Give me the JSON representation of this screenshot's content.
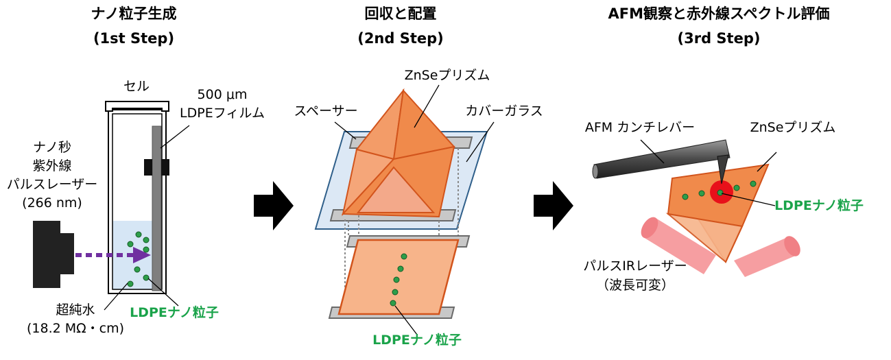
{
  "steps": [
    {
      "title": "ナノ粒子生成",
      "subtitle": "(1st Step)"
    },
    {
      "title": "回収と配置",
      "subtitle": "(2nd Step)"
    },
    {
      "title": "AFM観察と赤外線スペクトル評価",
      "subtitle": "(3rd Step)"
    }
  ],
  "step1": {
    "cell": "セル",
    "film_line1": "500 μm",
    "film_line2": "LDPEフィルム",
    "laser_line1": "ナノ秒",
    "laser_line2": "紫外線",
    "laser_line3": "パルスレーザー",
    "laser_line4": "(266 nm)",
    "water_line1": "超純水",
    "water_line2": "(18.2 MΩ・cm)",
    "particles": "LDPEナノ粒子"
  },
  "step2": {
    "prism": "ZnSeプリズム",
    "spacer": "スペーサー",
    "cover": "カバーガラス",
    "particles": "LDPEナノ粒子"
  },
  "step3": {
    "afm": "AFM カンチレバー",
    "prism": "ZnSeプリズム",
    "particles": "LDPEナノ粒子",
    "ir_line1": "パルスIRレーザー",
    "ir_line2": "（波長可変）"
  },
  "colors": {
    "orange": "#f08a4b",
    "orange_light": "#f7b48a",
    "orange_stroke": "#d2541c",
    "water": "#d6e6f5",
    "glass": "#dce8f5",
    "glass_stroke": "#2f5f8a",
    "particle": "#2e9e4a",
    "laser_purple": "#7030a0",
    "highlight_green": "#1aa34a",
    "red_laser": "#f4868a",
    "red_spot": "#e8101a"
  }
}
